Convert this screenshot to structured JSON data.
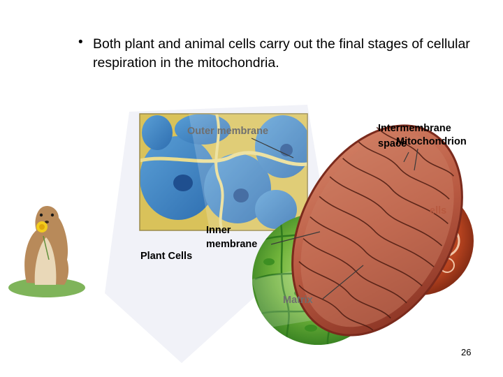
{
  "bullet": {
    "marker": "•",
    "text": "Both plant and animal cells carry out the final stages of cellular respiration in the mitochondria."
  },
  "labels": {
    "outer_membrane": "Outer membrane",
    "intermembrane_line1": "Intermembrane",
    "intermembrane_line2": "space",
    "mitochondrion": "Mitochondrion",
    "animal_cells_fragment": "ells",
    "inner_membrane_line1": "Inner",
    "inner_membrane_line2": "membrane",
    "plant_cells": "Plant Cells",
    "matrix": "Matrix"
  },
  "page_number": "26",
  "colors": {
    "mito_outer": "#a0402e",
    "mito_inner": "#c4705a",
    "plant_green": "#6fb23a",
    "plant_dark": "#2f7a1e",
    "animal_blue": "#3f86c9",
    "animal_yellow": "#d9c25a",
    "animal_red": "#b7431f"
  },
  "icons": {
    "squirrel": "squirrel-illustration",
    "flower": "dandelion-icon"
  }
}
